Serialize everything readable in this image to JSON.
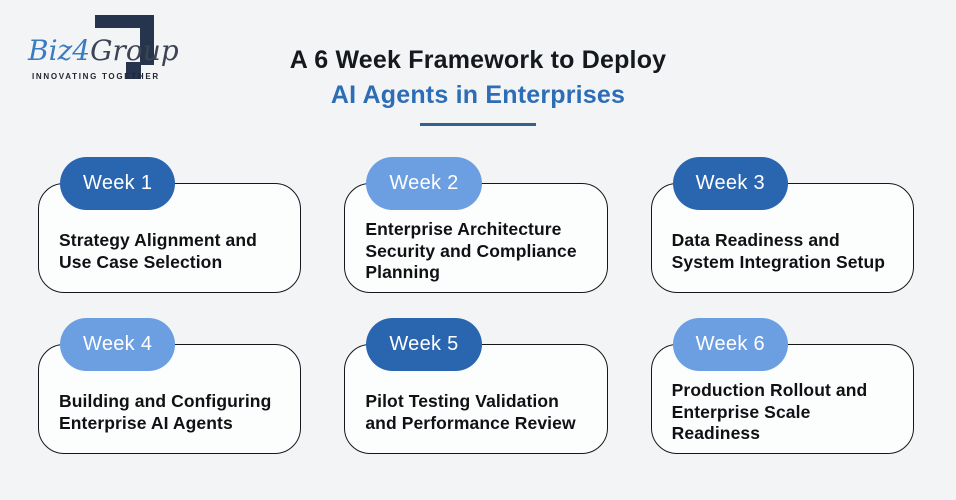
{
  "page": {
    "background_color": "#f2f4f6",
    "card_background_color": "#fcfdfd",
    "card_border_color": "#15171b"
  },
  "logo": {
    "brand_blue_text": "Biz4",
    "brand_dark_text": "Group",
    "tagline": "INNOVATING TOGETHER",
    "colors": {
      "brand_blue": "#3a7cc0",
      "brand_dark": "#3c4453",
      "bracket": "#26344e"
    }
  },
  "header": {
    "title_line1": "A 6 Week Framework to Deploy",
    "title_line2": "AI Agents in Enterprises",
    "accent_color": "#2d6db5",
    "underline_color": "#33628f"
  },
  "pill_colors": {
    "dark": "#2a66af",
    "light": "#6c9fe2"
  },
  "weeks": [
    {
      "label": "Week 1",
      "variant": "dark",
      "lines": [
        "Strategy Alignment and",
        "Use Case Selection"
      ]
    },
    {
      "label": "Week 2",
      "variant": "light",
      "lines": [
        "Enterprise Architecture",
        "Security and Compliance",
        "Planning"
      ]
    },
    {
      "label": "Week 3",
      "variant": "dark",
      "lines": [
        "Data Readiness and",
        "System Integration Setup"
      ]
    },
    {
      "label": "Week 4",
      "variant": "light",
      "lines": [
        "Building and Configuring",
        "Enterprise AI Agents"
      ]
    },
    {
      "label": "Week 5",
      "variant": "dark",
      "lines": [
        "Pilot Testing Validation",
        "and Performance Review"
      ]
    },
    {
      "label": "Week 6",
      "variant": "light",
      "lines": [
        "Production Rollout and",
        "Enterprise Scale Readiness"
      ]
    }
  ]
}
